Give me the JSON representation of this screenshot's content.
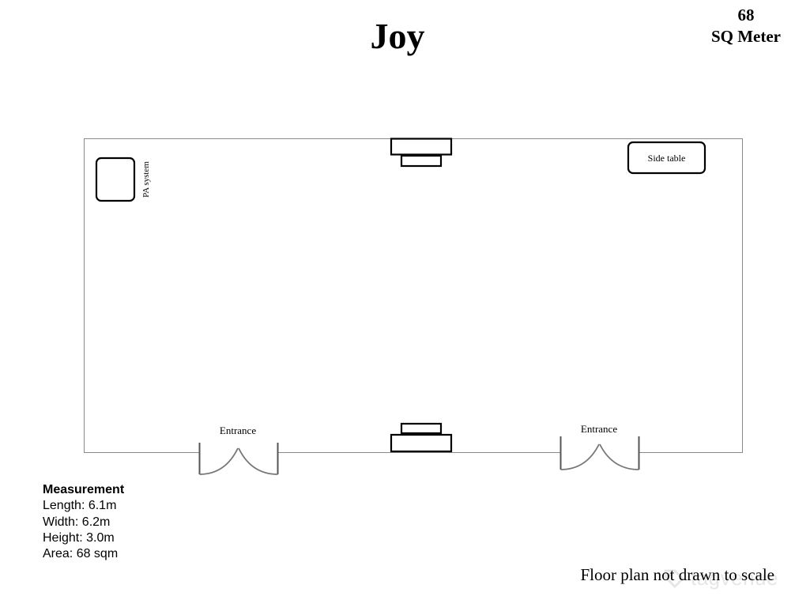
{
  "title": "Joy",
  "area": {
    "value": "68",
    "unit": "SQ Meter"
  },
  "plan": {
    "items": {
      "pa_system": "PA system",
      "side_table": "Side table",
      "entrance_left": "Entrance",
      "entrance_right": "Entrance"
    }
  },
  "measurement": {
    "heading": "Measurement",
    "length": "Length: 6.1m",
    "width": "Width: 6.2m",
    "height": "Height: 3.0m",
    "area": "Area: 68 sqm"
  },
  "footer": {
    "note": "Floor plan not drawn to scale"
  },
  "watermark": {
    "brand": "tagvenue"
  },
  "colors": {
    "wall": "#8a8a8a",
    "door": "#6e6e6e",
    "furniture": "#000000"
  }
}
